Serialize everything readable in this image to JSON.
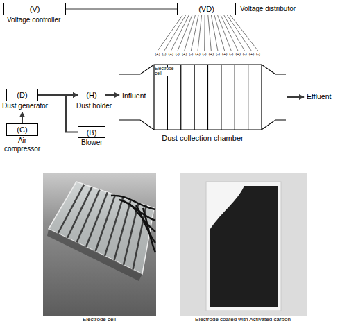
{
  "diagram": {
    "nodes": [
      {
        "text": [
          "(V)",
          "Voltage controller"
        ]
      },
      {
        "text": [
          "(VD)",
          "Voltage distributor"
        ]
      },
      {
        "text": [
          "(D)",
          "Dust generator"
        ]
      },
      {
        "text": [
          "(H)",
          "Dust holder"
        ]
      },
      {
        "text": [
          "(B)",
          "Blower"
        ]
      },
      {
        "text": [
          "(C)",
          "Air compressor"
        ]
      },
      {
        "text": [
          "Electrode cell",
          "Influent",
          "Dust collection chamber"
        ]
      }
    ],
    "edges": [
      {
        "from": 0,
        "to": 1,
        "arrow": "none"
      },
      {
        "from": 5,
        "to": 2,
        "arrow": "to"
      },
      {
        "from": 2,
        "to": 3,
        "arrow": "to"
      },
      {
        "from": 4,
        "to": 3,
        "arrow": "to"
      },
      {
        "from": 3,
        "to": 6,
        "arrow": "to"
      }
    ],
    "labels": [
      "(+)",
      "(-)",
      "(+)",
      "(-)",
      "(+)",
      "(-)",
      "(+)",
      "(-)",
      "(+)",
      "(-)",
      "(+)",
      "(-)",
      "(+)",
      "(-)",
      "(+)",
      "(-)",
      "Effluent",
      "Electrode cell",
      "Electrode coated with Activated carbon"
    ]
  }
}
